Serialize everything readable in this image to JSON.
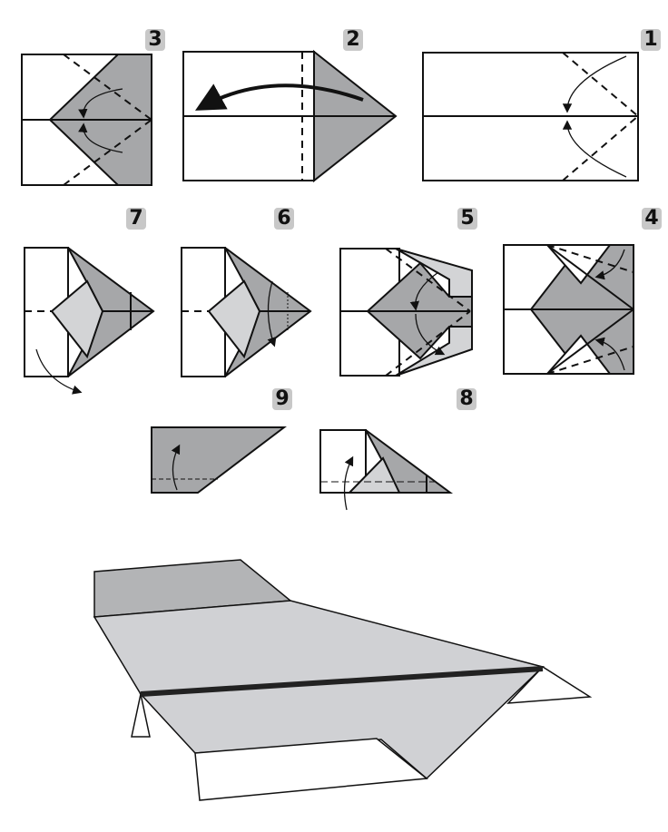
{
  "steps": [
    {
      "label": "1"
    },
    {
      "label": "2"
    },
    {
      "label": "3"
    },
    {
      "label": "4"
    },
    {
      "label": "5"
    },
    {
      "label": "6"
    },
    {
      "label": "7"
    },
    {
      "label": "8"
    },
    {
      "label": "9"
    }
  ],
  "colors": {
    "fold_gray": "#a6a7a9",
    "light_gray": "#d3d4d6",
    "plane_body": "#d0d1d4",
    "tail": "#b3b4b6"
  }
}
